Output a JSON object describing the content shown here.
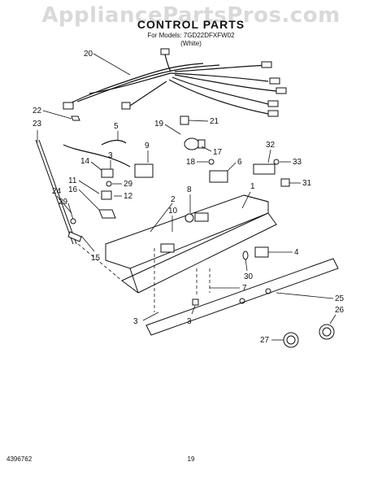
{
  "watermark": "AppliancePartsPros.com",
  "header": {
    "title": "CONTROL PARTS",
    "models": "For Models: 7GD22DFXFW02",
    "color": "(White)"
  },
  "callouts": [
    "20",
    "22",
    "23",
    "5",
    "19",
    "21",
    "17",
    "9",
    "3",
    "14",
    "29",
    "11",
    "16",
    "12",
    "24",
    "29",
    "15",
    "2",
    "8",
    "10",
    "18",
    "6",
    "32",
    "33",
    "31",
    "1",
    "4",
    "30",
    "7",
    "25",
    "26",
    "27",
    "3",
    "3"
  ],
  "footer": {
    "doc_number": "4396762",
    "page_number": "19"
  }
}
